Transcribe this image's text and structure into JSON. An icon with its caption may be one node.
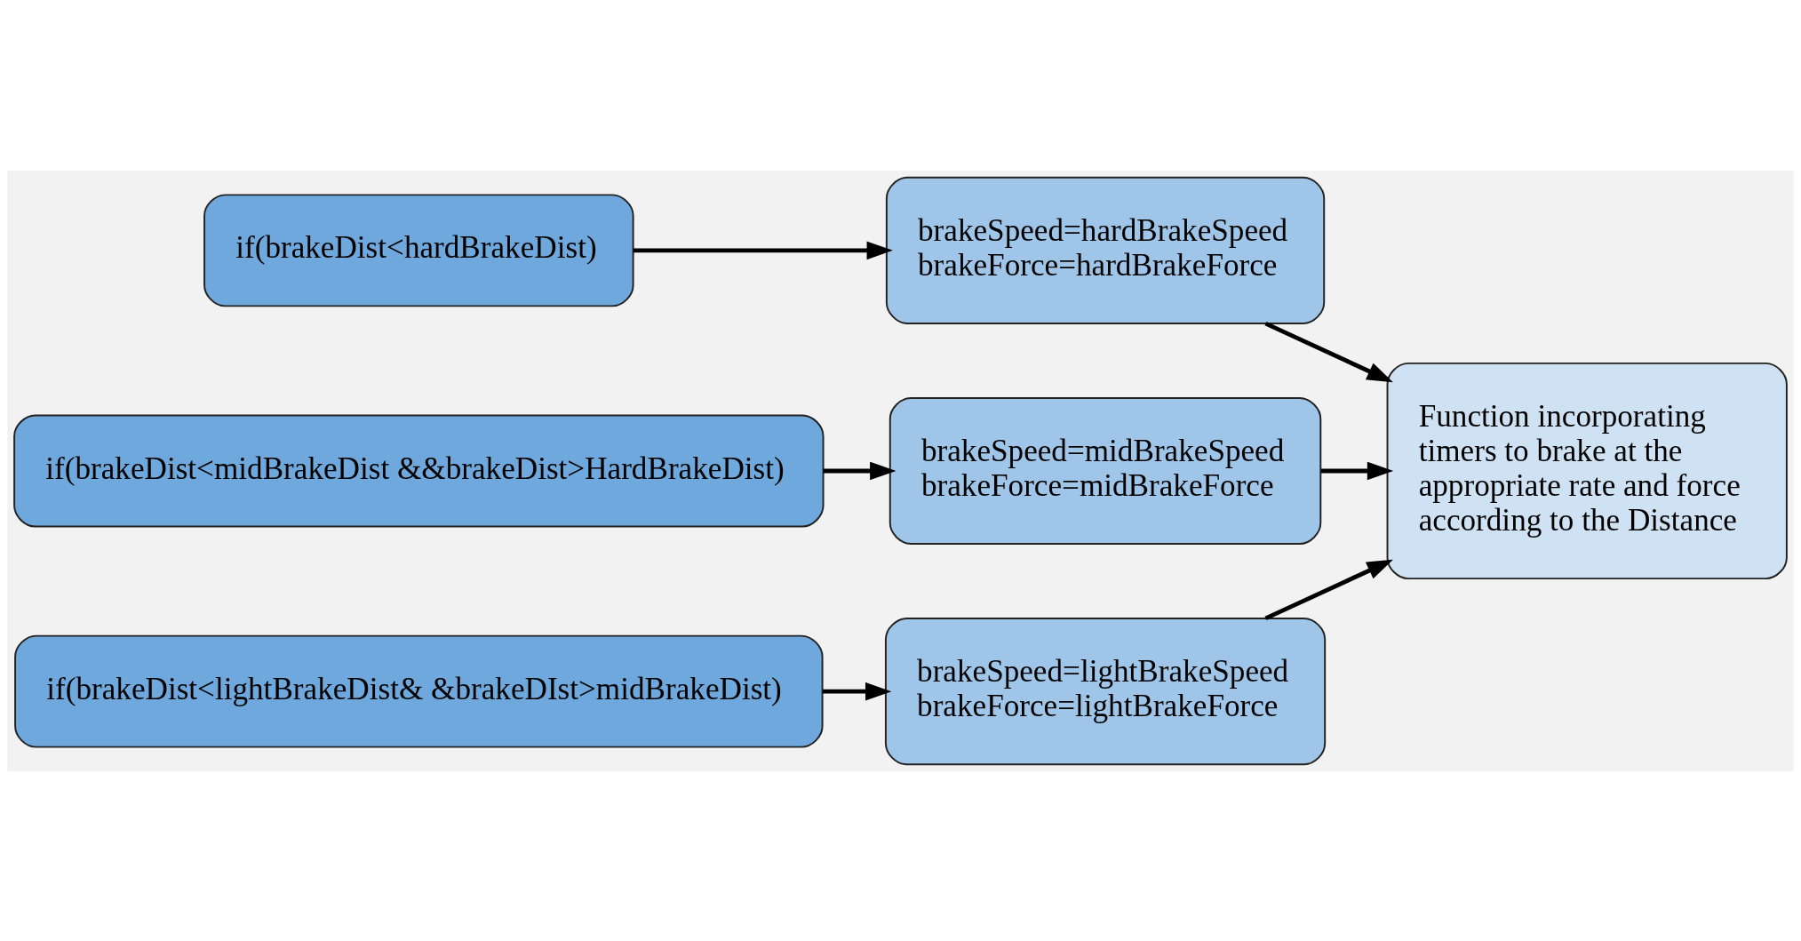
{
  "diagram": {
    "nodes": [
      {
        "text": [
          "if(brakeDist<hardBrakeDist)"
        ]
      },
      {
        "text": [
          "brakeSpeed=hardBrakeSpeed",
          "brakeForce=hardBrakeForce"
        ]
      },
      {
        "text": [
          "if(brakeDist<midBrakeDist &&brakeDist>HardBrakeDist)"
        ]
      },
      {
        "text": [
          "brakeSpeed=midBrakeSpeed",
          "brakeForce=midBrakeForce"
        ]
      },
      {
        "text": [
          "if(brakeDist<lightBrakeDist& &brakeDIst>midBrakeDist)"
        ]
      },
      {
        "text": [
          "brakeSpeed=lightBrakeSpeed",
          "brakeForce=lightBrakeForce"
        ]
      },
      {
        "text": [
          "Function incorporating timers to brake at the appropriate rate and force according to the Distance"
        ]
      }
    ],
    "edges": [
      {
        "from": 0,
        "to": 1,
        "arrow": "to"
      },
      {
        "from": 2,
        "to": 3,
        "arrow": "to"
      },
      {
        "from": 4,
        "to": 5,
        "arrow": "to"
      },
      {
        "from": 1,
        "to": 6,
        "arrow": "to"
      },
      {
        "from": 3,
        "to": 6,
        "arrow": "to"
      },
      {
        "from": 5,
        "to": 6,
        "arrow": "to"
      }
    ]
  }
}
